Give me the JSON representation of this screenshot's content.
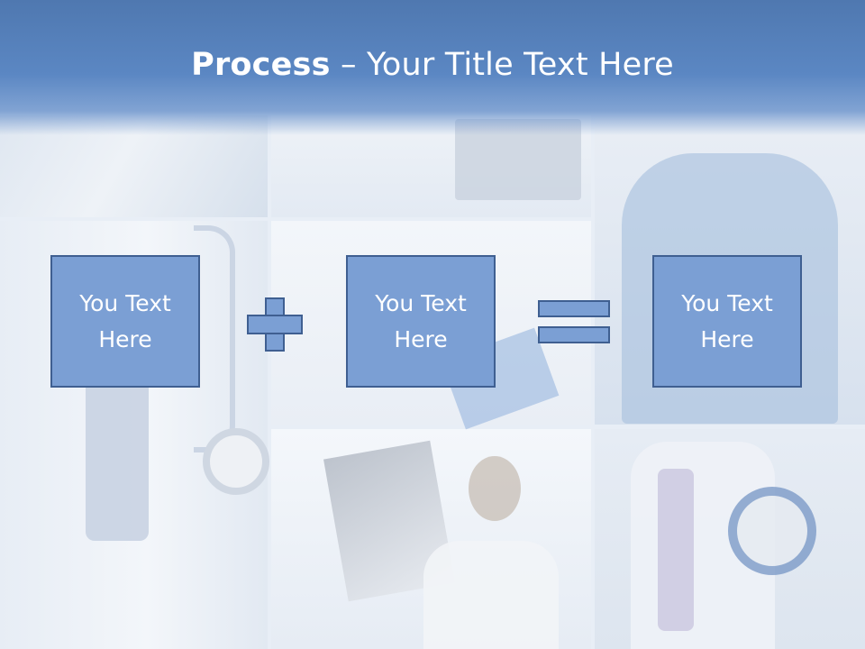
{
  "slide": {
    "title_strong": "Process",
    "title_rest": " – Your Title Text Here",
    "boxes": [
      {
        "label": "You Text\nHere"
      },
      {
        "label": "You Text\nHere"
      },
      {
        "label": "You Text\nHere"
      }
    ],
    "operators": [
      "plus-icon",
      "equals-icon"
    ]
  },
  "colors": {
    "header": "#5b87c3",
    "box_fill": "#7b9fd4",
    "box_border": "#3f5f91",
    "text": "#ffffff"
  }
}
